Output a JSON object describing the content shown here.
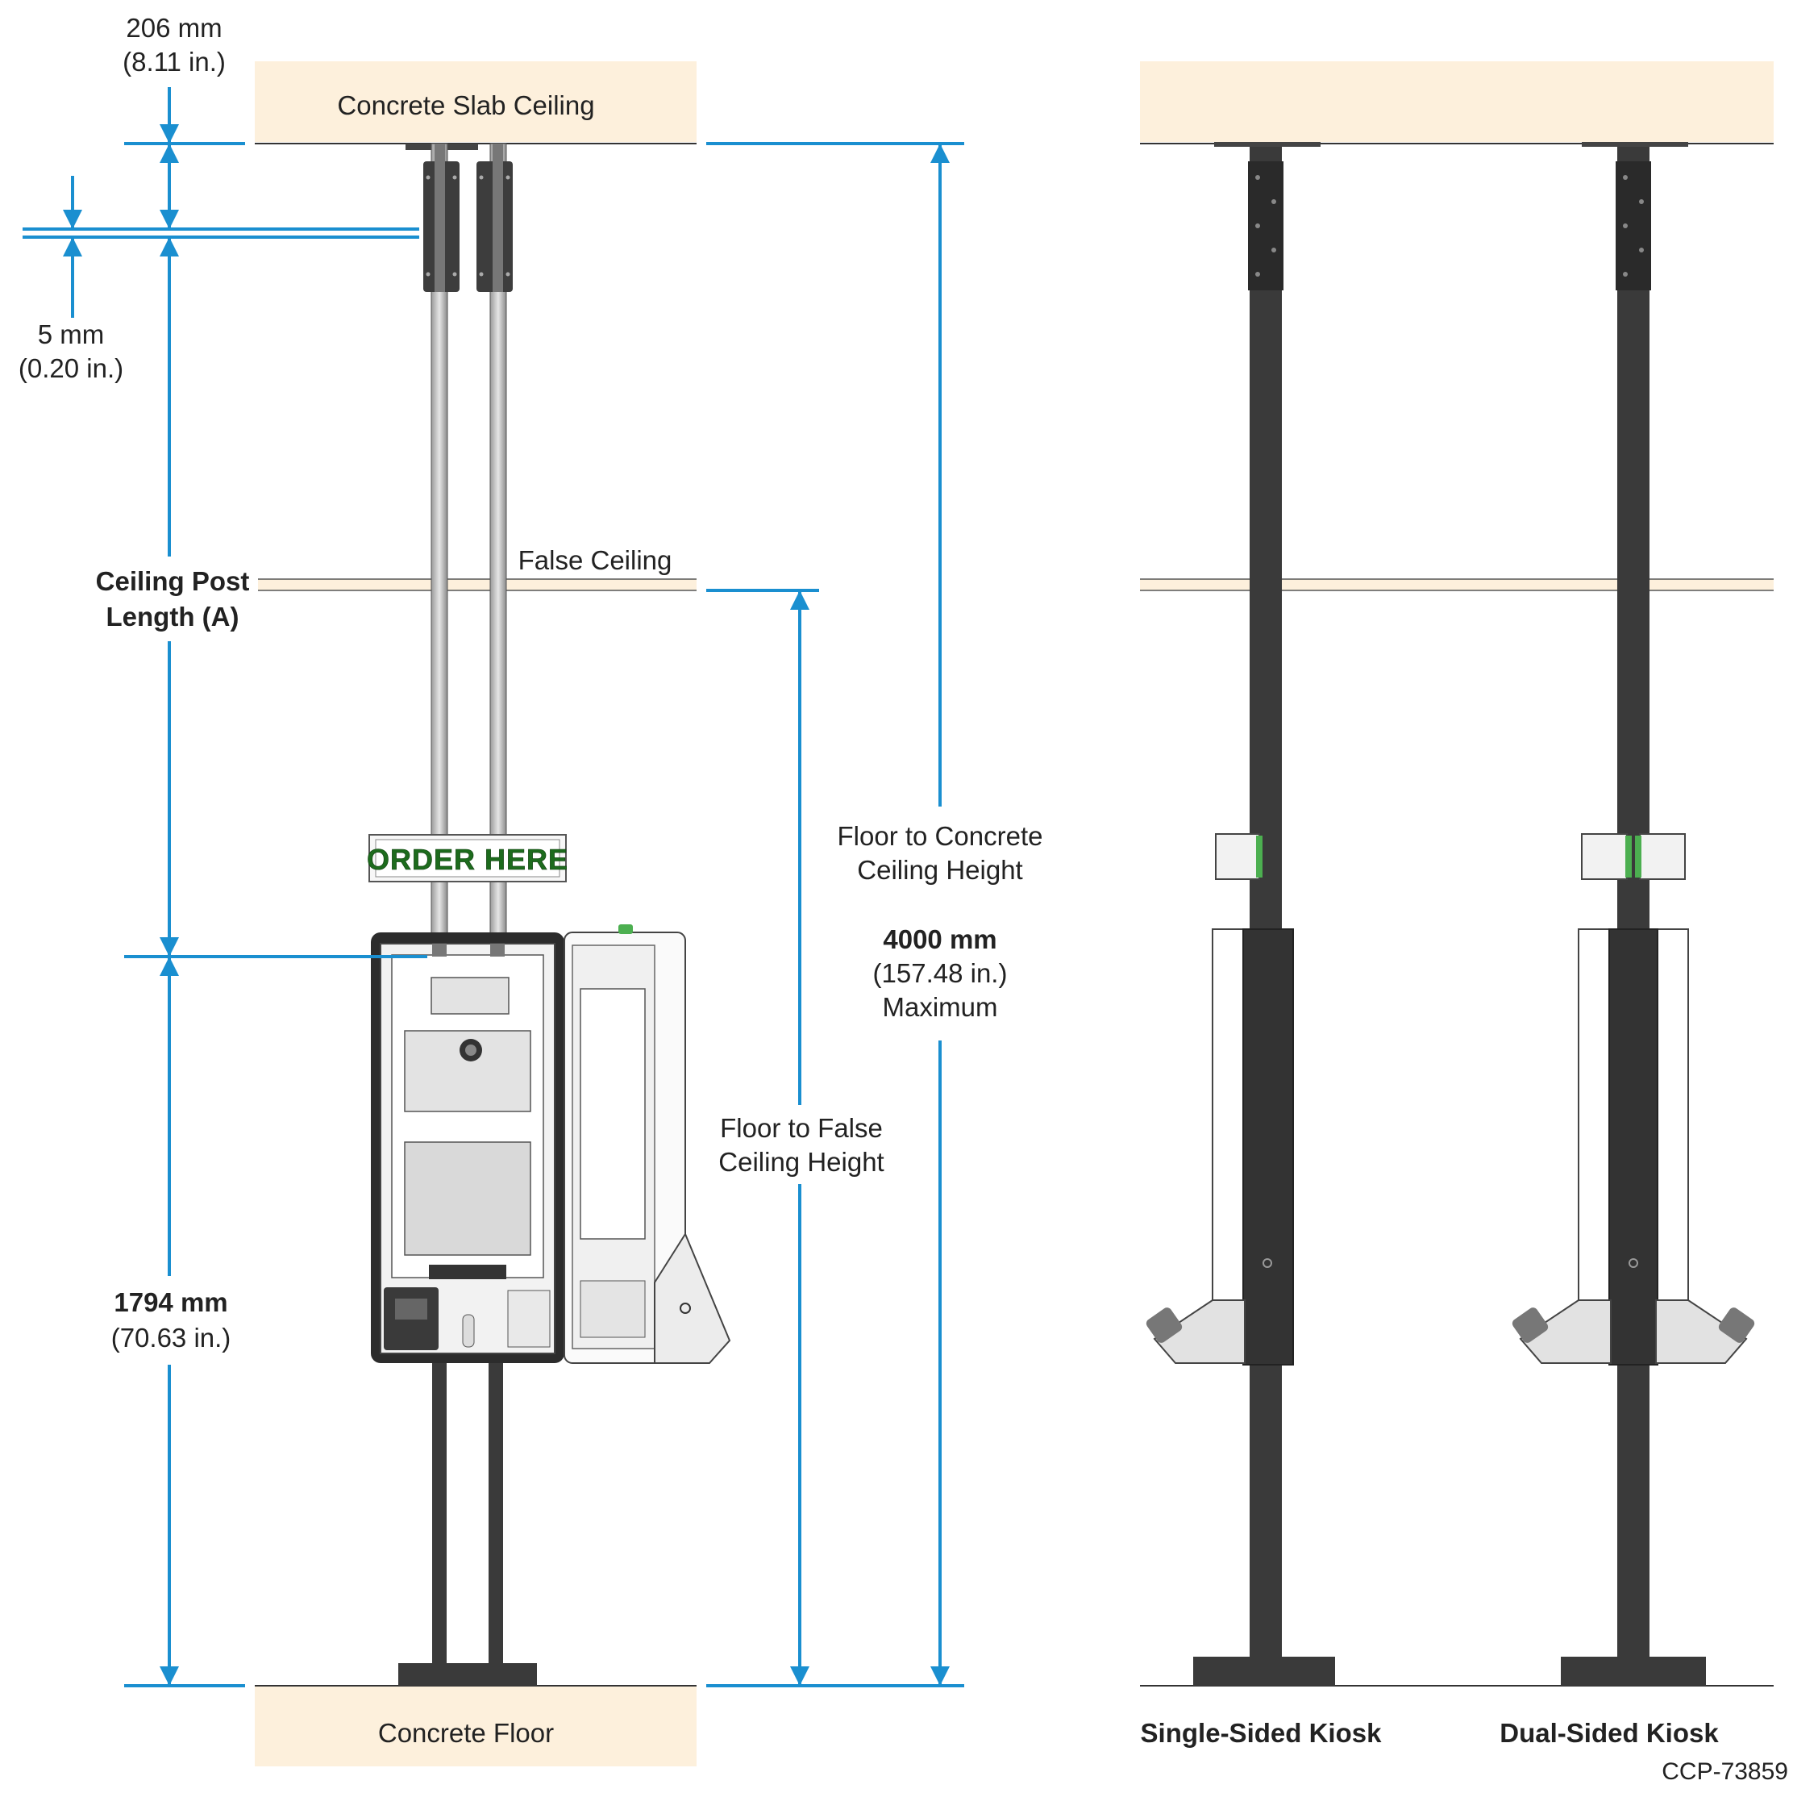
{
  "dimensions": {
    "top_offset_mm": "206 mm",
    "top_offset_in": "(8.11 in.)",
    "gap_mm": "5 mm",
    "gap_in": "(0.20 in.)",
    "ceiling_post_line1": "Ceiling Post",
    "ceiling_post_line2": "Length (A)",
    "kiosk_height_mm": "1794 mm",
    "kiosk_height_in": "(70.63 in.)",
    "max_height_mm": "4000 mm",
    "max_height_in": "(157.48 in.)",
    "max_label": "Maximum"
  },
  "labels": {
    "concrete_slab_ceiling": "Concrete Slab Ceiling",
    "false_ceiling": "False Ceiling",
    "concrete_floor": "Concrete Floor",
    "floor_to_concrete_line1": "Floor to Concrete",
    "floor_to_concrete_line2": "Ceiling Height",
    "floor_to_false_line1": "Floor to False",
    "floor_to_false_line2": "Ceiling Height",
    "sign_text": "ORDER  HERE",
    "single_sided": "Single-Sided Kiosk",
    "dual_sided": "Dual-Sided Kiosk",
    "figure_id": "CCP-73859"
  },
  "colors": {
    "dimension_blue": "#1a8fd0",
    "surface_beige": "#fdf0dc",
    "post_dark": "#3a3a3a",
    "sign_green": "#1d6b1d"
  }
}
